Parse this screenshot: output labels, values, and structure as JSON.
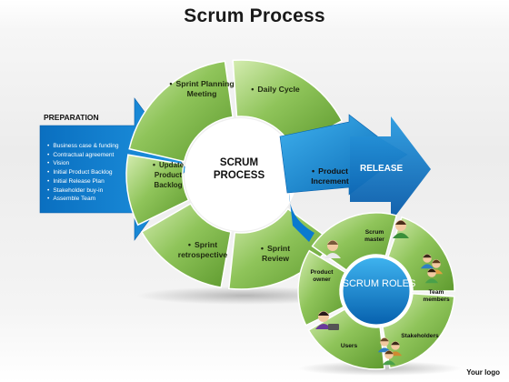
{
  "title": "Scrum Process",
  "logo": "Your logo",
  "preparation": {
    "title": "PREPARATION",
    "items": [
      "Business case & funding",
      "Contractual agreement",
      "Vision",
      "Initial Product Backlog",
      "Initial Release Plan",
      "Stakeholder buy-in",
      "Assemble Team"
    ]
  },
  "cycle": {
    "center": "SCRUM PROCESS",
    "segments": {
      "sprint_planning": "Sprint Planning Meeting",
      "daily_cycle": "Daily Cycle",
      "product_increment": "Product Increment",
      "sprint_review": "Sprint Review",
      "sprint_retrospective": "Sprint retrospective",
      "update_backlog": "Update Product Backlog"
    }
  },
  "release": "RELEASE",
  "roles": {
    "title": "SCRUM ROLES",
    "items": {
      "scrum_master": "Scrum master",
      "product_owner": "Product owner",
      "team_members": "Team members",
      "stakeholders": "Stakeholders",
      "users": "Users"
    }
  },
  "colors": {
    "green": "#7ab648",
    "green_light": "#bfe09a",
    "blue": "#0a82cf",
    "blue_dark": "#0561a8"
  }
}
